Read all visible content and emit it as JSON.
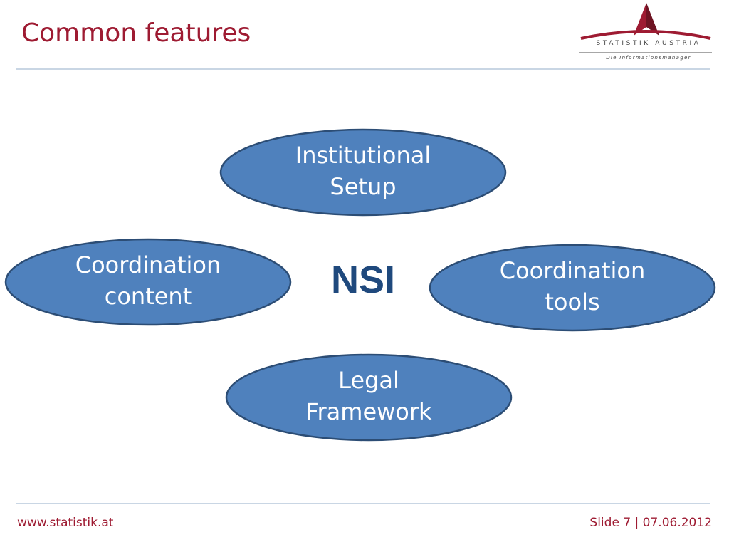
{
  "slide": {
    "title": "Common features"
  },
  "logo": {
    "name": "STATISTIK AUSTRIA",
    "tagline": "Die Informationsmanager",
    "colors": {
      "red": "#9e1b32",
      "gray": "#8a8a8a"
    }
  },
  "diagram": {
    "center": "NSI",
    "nodes": [
      {
        "line1": "Institutional",
        "line2": "Setup"
      },
      {
        "line1": "Coordination",
        "line2": "content"
      },
      {
        "line1": "Coordination",
        "line2": "tools"
      },
      {
        "line1": "Legal",
        "line2": "Framework"
      }
    ],
    "colors": {
      "fill": "#4f81bd",
      "stroke": "#2c4d75",
      "center_text": "#1f497d"
    }
  },
  "footer": {
    "url": "www.statistik.at",
    "slide_info": "Slide 7  |  07.06.2012"
  }
}
